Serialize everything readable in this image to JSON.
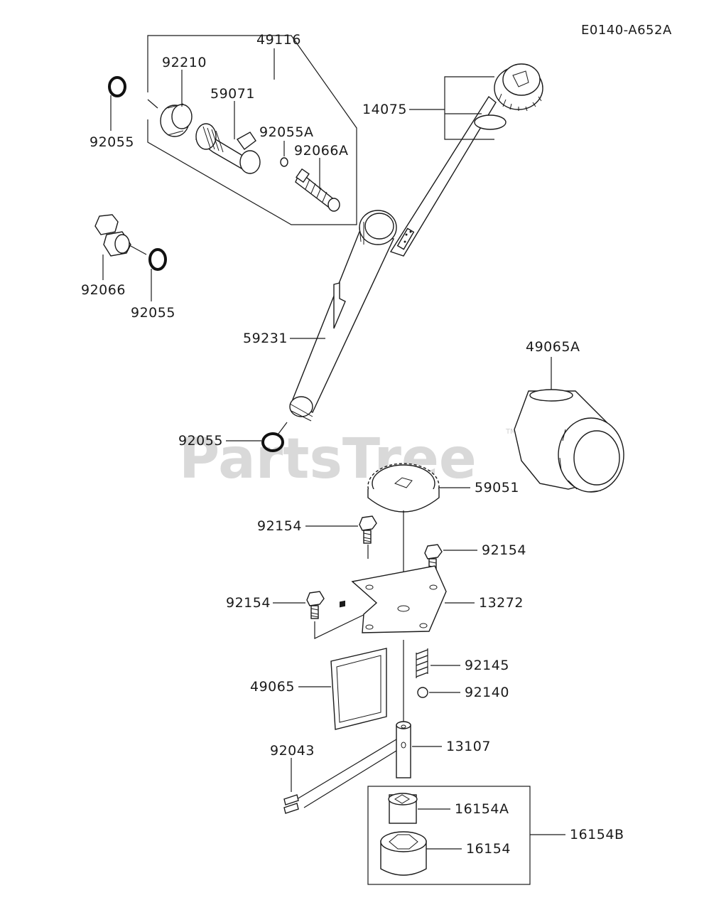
{
  "diagram_code": "E0140-A652A",
  "watermark": "PartsTree",
  "watermark_tm": "TM",
  "labels": {
    "l49116": "49116",
    "l92210": "92210",
    "l59071": "59071",
    "l92055A": "92055A",
    "l92066A": "92066A",
    "l92055_top": "92055",
    "l92066": "92066",
    "l92055_mid": "92055",
    "l14075": "14075",
    "l59231": "59231",
    "l92055_low": "92055",
    "l49065A": "49065A",
    "l59051": "59051",
    "l92154_a": "92154",
    "l92154_b": "92154",
    "l92154_c": "92154",
    "l13272": "13272",
    "l92145": "92145",
    "l92140": "92140",
    "l49065": "49065",
    "l92043": "92043",
    "l13107": "13107",
    "l16154A": "16154A",
    "l16154B": "16154B",
    "l16154": "16154"
  }
}
